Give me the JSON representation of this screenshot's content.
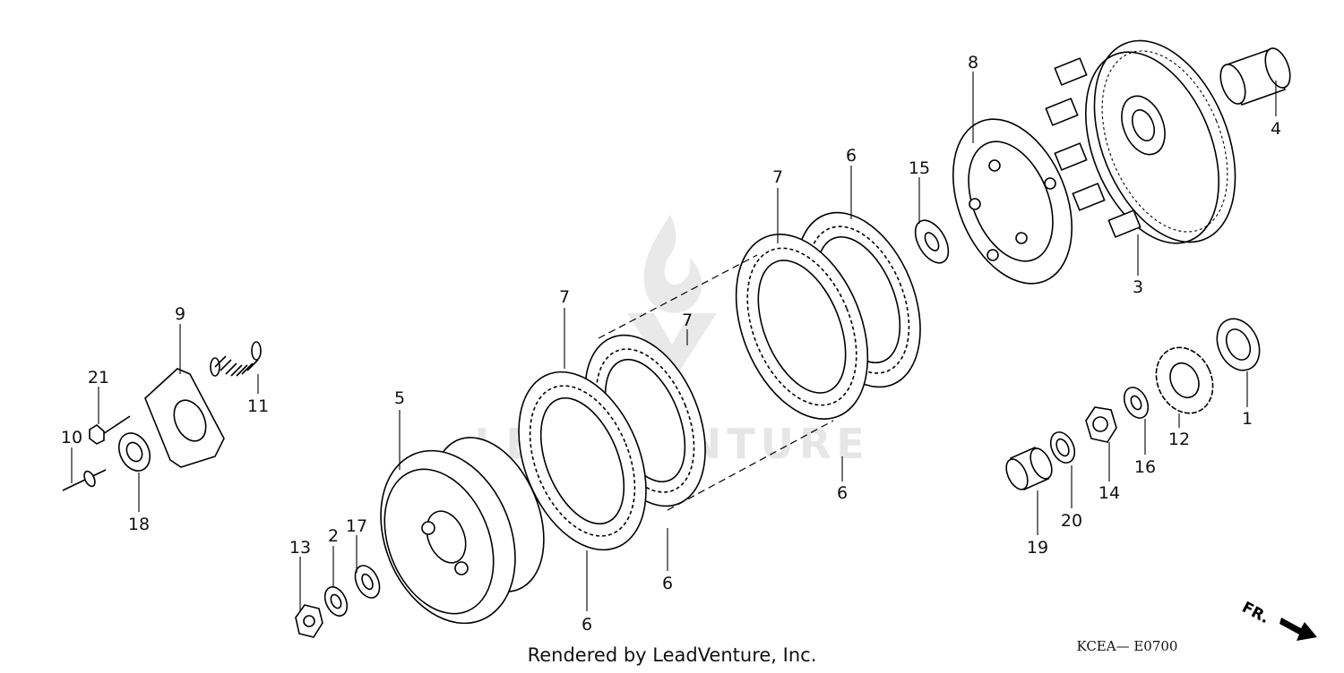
{
  "diagram": {
    "watermark": "LEADVENTURE",
    "footer_credit": "Rendered by LeadVenture, Inc.",
    "diagram_code": "KCEA— E0700",
    "direction_label": "FR.",
    "callouts": {
      "c1": "1",
      "c2": "2",
      "c3": "3",
      "c4": "4",
      "c5": "5",
      "c6a": "6",
      "c6b": "6",
      "c6c": "6",
      "c6d": "6",
      "c7a": "7",
      "c7b": "7",
      "c7c": "7",
      "c8": "8",
      "c9": "9",
      "c10": "10",
      "c11": "11",
      "c12": "12",
      "c13": "13",
      "c14": "14",
      "c15": "15",
      "c16": "16",
      "c17": "17",
      "c18": "18",
      "c19": "19",
      "c20": "20",
      "c21": "21"
    }
  }
}
